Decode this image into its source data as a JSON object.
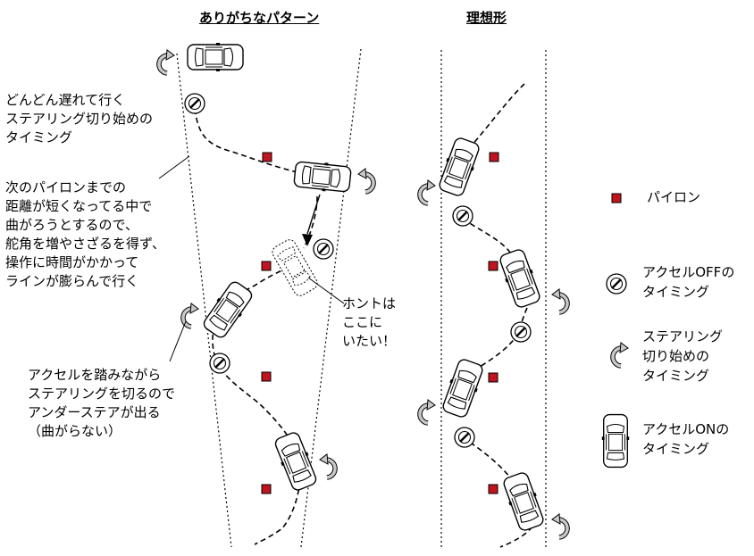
{
  "titles": {
    "common": "ありがちなパターン",
    "ideal": "理想形"
  },
  "notes": {
    "late_steering": "どんどん遅れて行く\nステアリング切り始めの\nタイミング",
    "short_distance": "次のパイロンまでの\n距離が短くなってる中で\n曲がろうとするので、\n舵角を増やさざるを得ず、\n操作に時間がかかって\nラインが膨らんで行く",
    "want_here": "ホントは\nここに\nいたい！",
    "understeer": "アクセルを踏みながら\nステアリングを切るので\nアンダーステアが出る\n（曲がらない）"
  },
  "legend": {
    "pylon": "パイロン",
    "accel_off": "アクセルOFFの\nタイミング",
    "steer_start": "ステアリング\n切り始めの\nタイミング",
    "accel_on": "アクセルONの\nタイミング"
  },
  "colors": {
    "pylon_fill": "#c0141e",
    "ink": "#000000"
  },
  "icons": [
    "pylon-icon",
    "accel-off-icon",
    "steering-start-icon",
    "accel-on-car-icon"
  ]
}
